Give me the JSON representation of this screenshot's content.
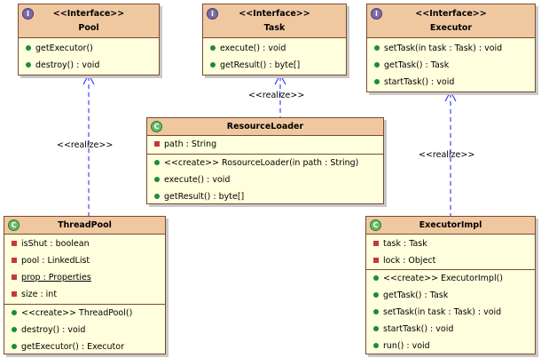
{
  "stereotype": "<<Interface>>",
  "realize_label": "<<realize>>",
  "pool": {
    "name": "Pool",
    "operations": [
      "getExecutor()",
      "destroy() : void"
    ]
  },
  "task": {
    "name": "Task",
    "operations": [
      "execute() : void",
      "getResult() : byte[]"
    ]
  },
  "executor": {
    "name": "Executor",
    "operations": [
      "setTask(in task : Task) : void",
      "getTask() : Task",
      "startTask() : void"
    ]
  },
  "resource_loader": {
    "name": "ResourceLoader",
    "attributes": [
      "path : String"
    ],
    "operations": [
      "<<create>> RosourceLoader(in path : String)",
      "execute() : void",
      "getResult() : byte[]"
    ]
  },
  "thread_pool": {
    "name": "ThreadPool",
    "attributes": [
      "isShut : boolean",
      "pool : LinkedList",
      "prop : Properties",
      "size : int"
    ],
    "operations": [
      "<<create>> ThreadPool()",
      "destroy() : void",
      "getExecutor() : Executor"
    ]
  },
  "executor_impl": {
    "name": "ExecutorImpl",
    "attributes": [
      "task : Task",
      "lock : Object"
    ],
    "operations": [
      "<<create>> ExecutorImpl()",
      "getTask() : Task",
      "setTask(in task : Task) : void",
      "startTask() : void",
      "run() : void"
    ]
  },
  "colors": {
    "header_fill": "#f0c8a0",
    "body_fill": "#ffffdd",
    "border": "#7a4a32",
    "connector": "#1a1aff",
    "interface_badge": "#7a6aa8",
    "class_badge": "#6aba6a",
    "operation_marker": "#1e8a3c",
    "attribute_marker": "#c43a3a"
  },
  "icons": {
    "interface_badge": "interface-badge-icon",
    "class_badge": "class-badge-icon",
    "operation_marker": "public-operation-icon",
    "attribute_marker": "private-attribute-icon"
  }
}
